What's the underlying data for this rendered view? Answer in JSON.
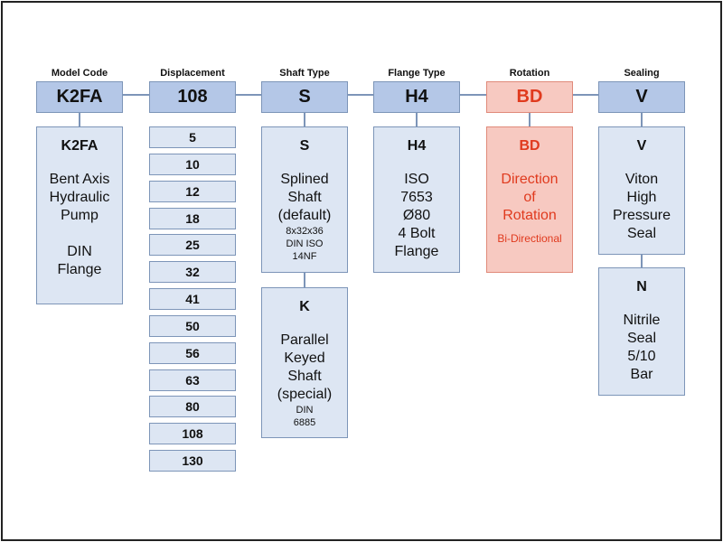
{
  "headers": [
    "Model Code",
    "Displacement",
    "Shaft Type",
    "Flange Type",
    "Rotation",
    "Sealing"
  ],
  "codes": [
    "K2FA",
    "108",
    "S",
    "H4",
    "BD",
    "V"
  ],
  "model": {
    "title": "K2FA",
    "lines": [
      "Bent Axis",
      "Hydraulic",
      "Pump",
      "",
      "DIN",
      "Flange"
    ]
  },
  "displacements": [
    "5",
    "10",
    "12",
    "18",
    "25",
    "32",
    "41",
    "50",
    "56",
    "63",
    "80",
    "108",
    "130"
  ],
  "shaft_s": {
    "title": "S",
    "lines": [
      "Splined",
      "Shaft",
      "(default)"
    ],
    "small": [
      "8x32x36",
      "DIN ISO",
      "14NF"
    ]
  },
  "shaft_k": {
    "title": "K",
    "lines": [
      "Parallel",
      "Keyed",
      "Shaft",
      "(special)"
    ],
    "small": [
      "DIN",
      "6885"
    ]
  },
  "flange": {
    "title": "H4",
    "lines": [
      "ISO",
      "7653",
      "Ø80",
      "4 Bolt",
      "Flange"
    ]
  },
  "rotation": {
    "title": "BD",
    "lines": [
      "Direction",
      "of",
      "Rotation"
    ],
    "small": [
      "Bi-Directional"
    ]
  },
  "seal_v": {
    "title": "V",
    "lines": [
      "Viton",
      "High",
      "Pressure",
      "Seal"
    ]
  },
  "seal_n": {
    "title": "N",
    "lines": [
      "Nitrile",
      "Seal",
      "5/10",
      "Bar"
    ]
  },
  "colors": {
    "blue_fill": "#b4c7e7",
    "light_fill": "#dde6f3",
    "border": "#7d95b8",
    "red_fill": "#f7c9c1",
    "red_text": "#e03a1e"
  }
}
